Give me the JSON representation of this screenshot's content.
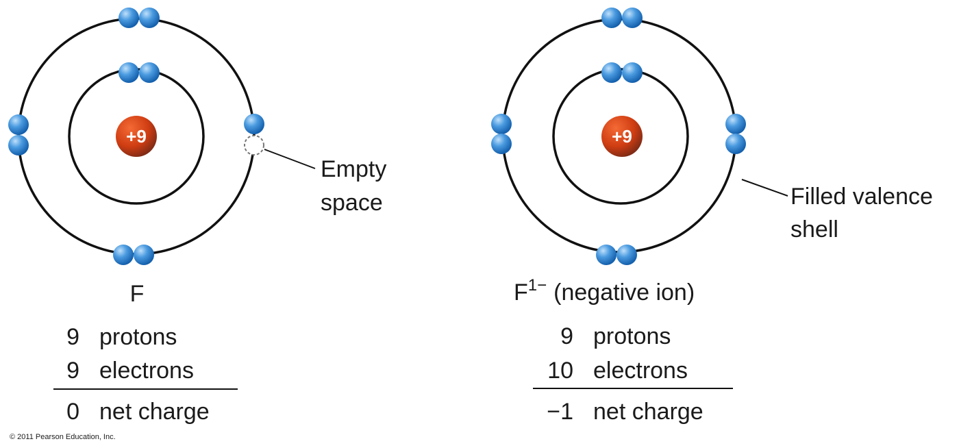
{
  "colors": {
    "electron": "#2a7fd0",
    "nucleus": "#d2451c",
    "orbit": "#111111"
  },
  "atom_left": {
    "nucleus_label": "+9",
    "symbol": "F",
    "callout": [
      "Empty",
      "space"
    ],
    "rows": [
      {
        "num": "9",
        "label": "protons"
      },
      {
        "num": "9",
        "label": "electrons"
      },
      {
        "num": "0",
        "label": "net charge"
      }
    ]
  },
  "atom_right": {
    "nucleus_label": "+9",
    "symbol": "F",
    "superscript": "1−",
    "symbol_note": "(negative ion)",
    "callout": [
      "Filled valence",
      "shell"
    ],
    "rows": [
      {
        "num": "9",
        "label": "protons"
      },
      {
        "num": "10",
        "label": "electrons"
      },
      {
        "num": "−1",
        "label": "net charge"
      }
    ]
  },
  "copyright": "© 2011 Pearson Education, Inc."
}
